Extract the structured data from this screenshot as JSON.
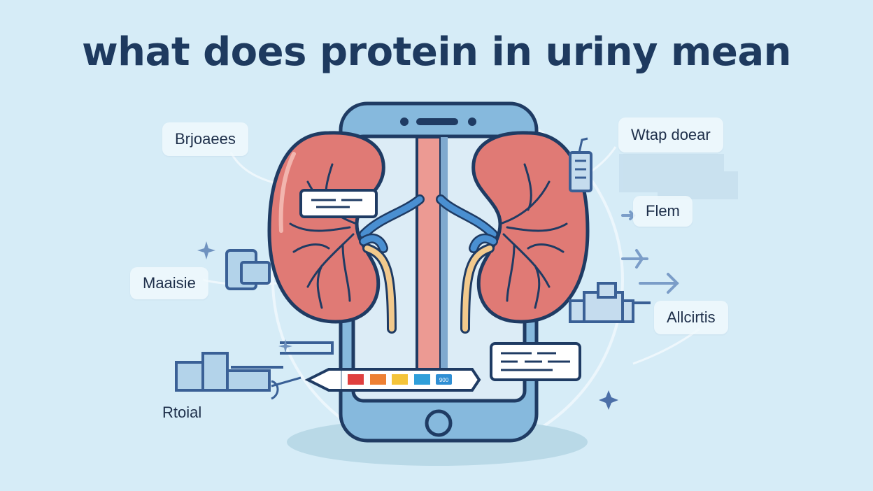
{
  "title": "what does protein in uriny mean",
  "labels": {
    "top_left": "Brjoaees",
    "top_right": "Wtap doear",
    "right_middle": "Flem",
    "left_middle": "Maaisie",
    "right_lower": "Allcirtis",
    "bottom_left": "Rtoial"
  },
  "dipstick": {
    "pad_colors": [
      "#e0403f",
      "#ee8033",
      "#f4c43a",
      "#2f9fda",
      "#2f8fd4"
    ],
    "last_pad_text": "900"
  },
  "colors": {
    "background": "#d6ecf7",
    "title": "#1e3a5f",
    "outline": "#1f3b63",
    "phone": "#86b9dd",
    "kidney": "#e07a75",
    "vessel_blue": "#4a8fd1",
    "ureter": "#f2c98c",
    "aorta": "#ec9a93"
  }
}
